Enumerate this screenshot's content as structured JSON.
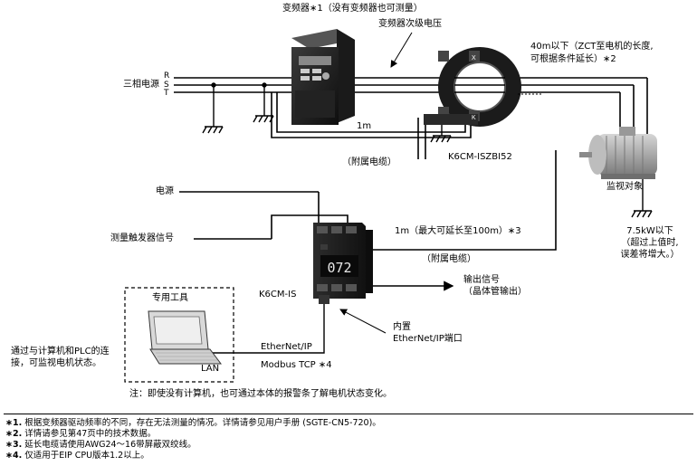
{
  "labels": {
    "inverter": "变频器∗1（没有变频器也可测量）",
    "inverter_secondary": "变频器次级电压",
    "three_phase": "三相电源",
    "phase_r": "R",
    "phase_s": "S",
    "phase_t": "T",
    "zct_length_line1": "40m以下（ZCT至电机的长度,",
    "zct_length_line2": "可根据条件延长）∗2",
    "length_1m": "1m",
    "attached_cable_1": "（附属电缆）",
    "zct_model": "K6CM-ISZBI52",
    "monitored_line": "监视对象",
    "motor_power_line1": "7.5kW以下",
    "motor_power_line2": "（超过上值时,",
    "motor_power_line3": "误差将增大。）",
    "power_supply": "电源",
    "trigger_signal": "测量触发器信号",
    "cable_1m_ext": "1m（最大可延长至100m）∗3",
    "attached_cable_2": "（附属电缆）",
    "device_model": "K6CM-IS",
    "device_display": "072",
    "output_signal_line1": "输出信号",
    "output_signal_line2": "（晶体管输出）",
    "dedicated_tool": "专用工具",
    "lan": "LAN",
    "pc_plc_line1": "通过与计算机和PLC的连",
    "pc_plc_line2": "接，可监视电机状态。",
    "ethernet_ip": "EtherNet/IP",
    "modbus_tcp": "Modbus TCP ∗4",
    "builtin_line1": "内置",
    "builtin_line2": "EtherNet/IP端口",
    "note_prefix": "注：",
    "note_text": "即使没有计算机，也可通过本体的报警条了解电机状态变化。"
  },
  "footnotes": [
    {
      "mark": "∗1.",
      "text": "根据变频器驱动频率的不同，存在无法测量的情况。详情请参见用户手册 (SGTE-CN5-720)。"
    },
    {
      "mark": "∗2.",
      "text": "详情请参见第47页中的技术数据。"
    },
    {
      "mark": "∗3.",
      "text": "延长电缆请使用AWG24～16带屏蔽双绞线。"
    },
    {
      "mark": "∗4.",
      "text": "仅适用于EIP CPU版本1.2以上。"
    }
  ]
}
